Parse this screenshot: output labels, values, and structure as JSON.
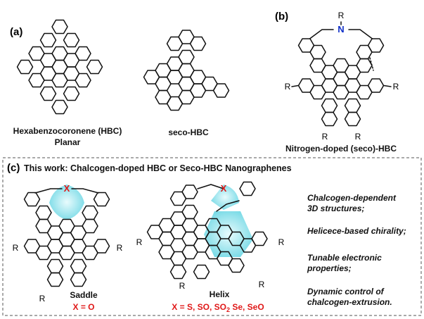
{
  "panels": {
    "a": {
      "label": "(a)",
      "hbc_caption_line1": "Hexabenzocoronene (HBC)",
      "hbc_caption_line2": "Planar",
      "seco_caption": "seco-HBC"
    },
    "b": {
      "label": "(b)",
      "caption": "Nitrogen-doped (seco)-HBC",
      "atom": "N",
      "substituent": "R"
    },
    "c": {
      "label": "(c)",
      "header": "This work: Chalcogen-doped  HBC or Seco-HBC Nanographenes",
      "atom": "X",
      "substituent": "R",
      "saddle": {
        "name": "Saddle",
        "atoms": "X = O"
      },
      "helix": {
        "name": "Helix",
        "atoms_pre": "X = S, SO, SO",
        "atoms_sub": "2",
        "atoms_post": " Se, SeO"
      },
      "features": [
        [
          "Chalcogen-dependent",
          "3D structures;"
        ],
        [
          "Helicece-based chirality;"
        ],
        [
          "Tunable electronic",
          "properties;"
        ],
        [
          "Dynamic control of",
          "chalcogen-extrusion."
        ]
      ]
    }
  },
  "colors": {
    "heteroatom_N": "#1030c8",
    "heteroatom_X": "#e01818",
    "highlight": "#7fe0ea",
    "border": "#555555"
  }
}
